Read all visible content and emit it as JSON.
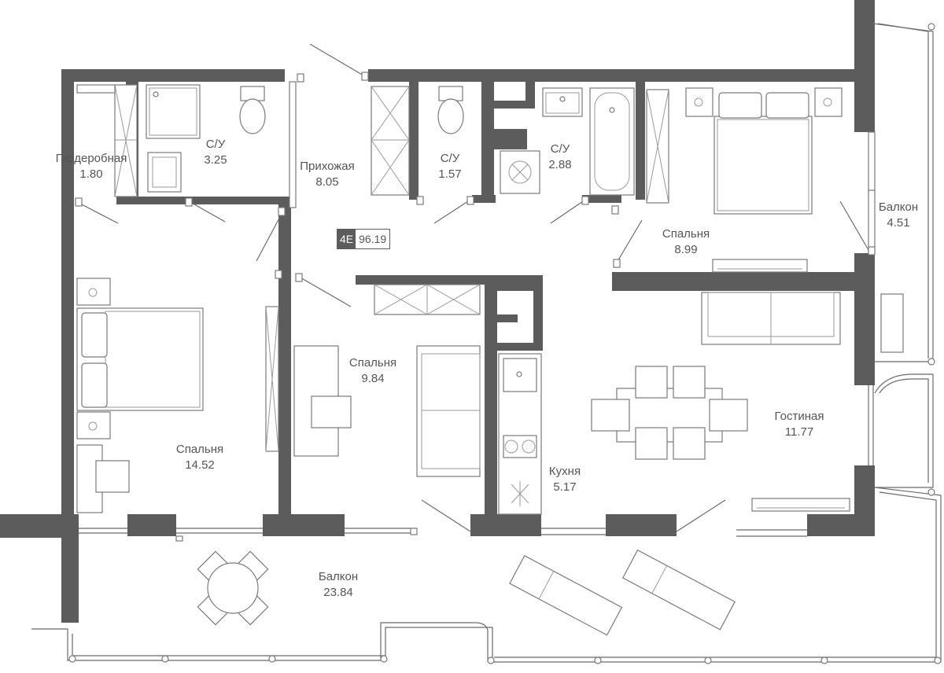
{
  "apartment": {
    "code": "4E",
    "area": "96.19"
  },
  "rooms": {
    "wardrobe": {
      "name": "Гардеробная",
      "area": "1.80"
    },
    "bath1": {
      "name": "С/У",
      "area": "3.25"
    },
    "hall": {
      "name": "Прихожая",
      "area": "8.05"
    },
    "bath2": {
      "name": "С/У",
      "area": "1.57"
    },
    "bath3": {
      "name": "С/У",
      "area": "2.88"
    },
    "bedroom_ne": {
      "name": "Спальня",
      "area": "8.99"
    },
    "balcony_e": {
      "name": "Балкон",
      "area": "4.51"
    },
    "bedroom_mid": {
      "name": "Спальня",
      "area": "9.84"
    },
    "bedroom_w": {
      "name": "Спальня",
      "area": "14.52"
    },
    "kitchen": {
      "name": "Кухня",
      "area": "5.17"
    },
    "living": {
      "name": "Гостиная",
      "area": "11.77"
    },
    "balcony_s": {
      "name": "Балкон",
      "area": "23.84"
    }
  },
  "colors": {
    "wall": "#5c5c5c",
    "line": "#6b6b6b",
    "text": "#555555"
  }
}
